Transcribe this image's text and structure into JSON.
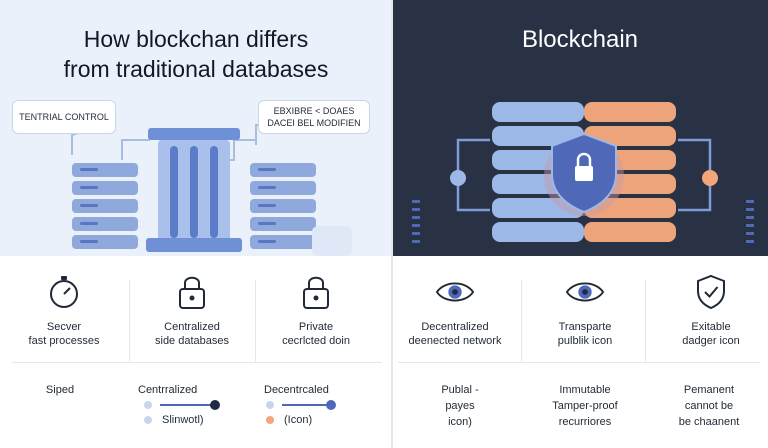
{
  "left": {
    "title_line1": "How blockchan differs",
    "title_line2": "from traditional databases",
    "callout_left": "TENTRIAL CONTROL",
    "callout_right_line1": "EBXIBRE < DOAES",
    "callout_right_line2": "DACEI BEL MODIFIEN"
  },
  "right": {
    "title": "Blockchain"
  },
  "features": [
    {
      "icon": "stopwatch-icon",
      "line1": "Secver",
      "line2": "fast processes"
    },
    {
      "icon": "lock-icon",
      "line1": "Centralized",
      "line2": "side databases"
    },
    {
      "icon": "lock-icon",
      "line1": "Private",
      "line2": "cecrlcted doin"
    },
    {
      "icon": "eye-icon",
      "line1": "Decentralized",
      "line2": "deenected network"
    },
    {
      "icon": "eye-icon",
      "line1": "Transparte",
      "line2": "pulblik icon"
    },
    {
      "icon": "shield-check-icon",
      "line1": "Exitable",
      "line2": "dadger icon"
    }
  ],
  "bottom": {
    "speed": "Siped",
    "centralized": {
      "label": "Centrralized",
      "sub": "Slinwotl)"
    },
    "decentralized": {
      "label": "Decentrcaled",
      "sub": "(Icon)"
    },
    "public": {
      "line1": "Publal -",
      "line2": "payes",
      "line3": "icon)"
    },
    "immutable": {
      "line1": "Immutable",
      "line2": "Tamper-proof",
      "line3": "recurriores"
    },
    "permanent": {
      "line1": "Pemanent",
      "line2": "cannot be",
      "line3": "be chaanent"
    }
  },
  "colors": {
    "left_bg": "#eaf1fb",
    "right_bg": "#293145",
    "accent_blue": "#4f68b8",
    "server_blue": "#9cb8e6",
    "server_orange": "#eea47a",
    "knob_dark": "#1f2a44",
    "dot_light_blue": "#c7d5ee",
    "dot_orange": "#f2a679"
  }
}
